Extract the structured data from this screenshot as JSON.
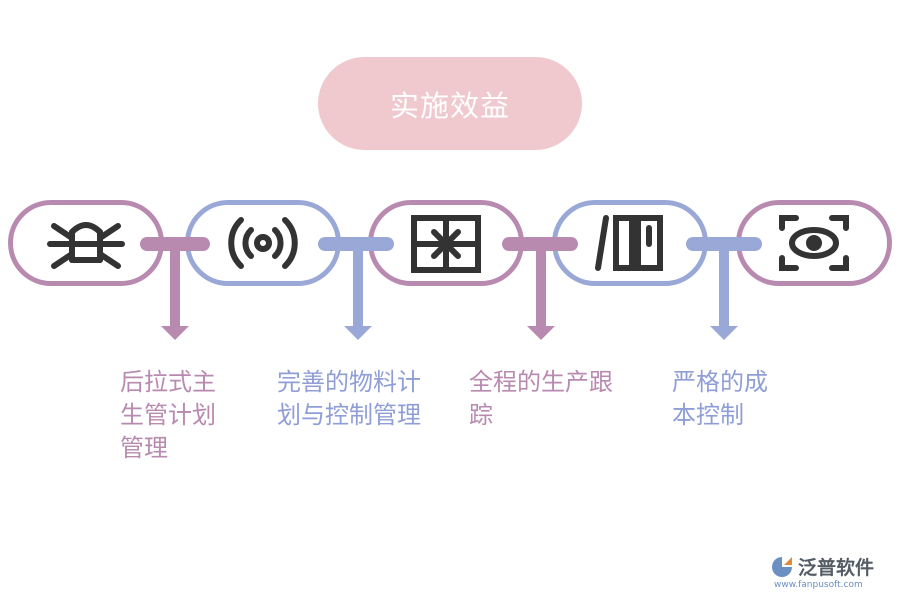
{
  "title": "实施效益",
  "steps": [
    {
      "icon": "bug-icon",
      "label_lines": [
        "后拉式主",
        "生管计划",
        "管理"
      ],
      "color": "#b98ab0"
    },
    {
      "icon": "broadcast-icon",
      "label_lines": [
        "完善的物料计",
        "划与控制管理"
      ],
      "color": "#9aa8d8"
    },
    {
      "icon": "gift-box-icon",
      "label_lines": [
        "全程的生产跟",
        "踪"
      ],
      "color": "#b98ab0"
    },
    {
      "icon": "columns-icon",
      "label_lines": [
        "严格的成",
        "本控制"
      ],
      "color": "#9aa8d8"
    },
    {
      "icon": "focus-frame-icon",
      "label_lines": [],
      "color": "#b98ab0"
    }
  ],
  "logo": {
    "name": "泛普软件",
    "url": "www.fanpusoft.com"
  },
  "colors": {
    "purple": "#b98ab0",
    "blue": "#9aa8d8",
    "title_bg": "#f0c9ce",
    "icon": "#333333"
  }
}
